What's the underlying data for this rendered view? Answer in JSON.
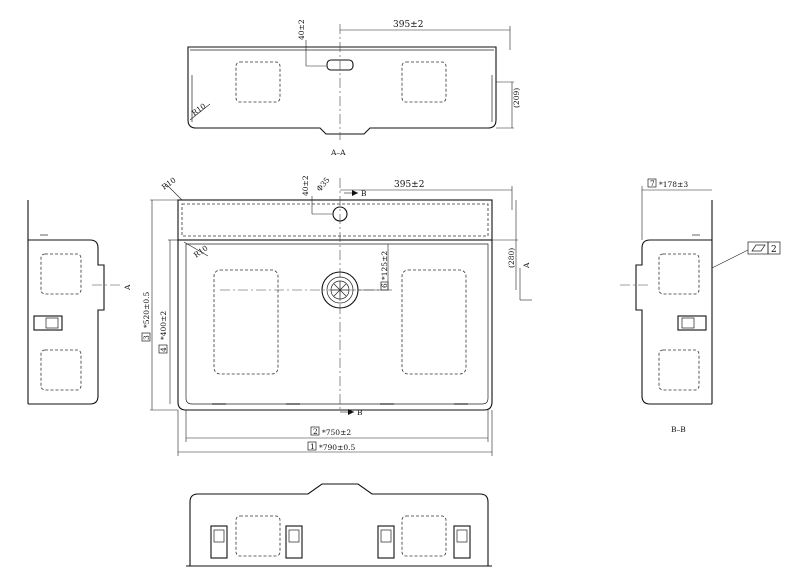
{
  "drawing": {
    "top_view": {
      "label": "A–A",
      "dims": {
        "offset_vert": "40±2",
        "width_right": "395±2",
        "height": "(209)"
      },
      "radius": "R10"
    },
    "plan_view": {
      "dims": {
        "offset_vert": "40±2",
        "hole_dia": "Φ35",
        "half_width": "395±2",
        "height_right": "(280)",
        "drain_offset": "*125±2",
        "inner_height": "*400±2",
        "outer_height": "*520±0.5",
        "inner_width": "*750±2",
        "outer_width": "*790±0.5"
      },
      "box_labels": {
        "drain": "6",
        "inner_height": "4",
        "outer_height": "3",
        "inner_width": "2",
        "outer_width": "1"
      },
      "radius_outer": "R10",
      "radius_inner": "R10",
      "section_marks": {
        "a_left": "A",
        "a_right": "A",
        "b_top": "B",
        "b_bottom": "B"
      }
    },
    "side_view": {
      "label": "B–B",
      "dim_depth": "*178±3",
      "dim_box": "7",
      "flatness_value": "2"
    }
  }
}
